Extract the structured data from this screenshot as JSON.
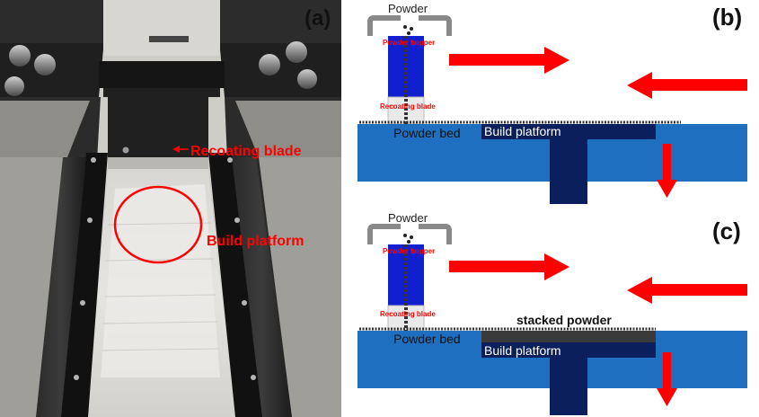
{
  "panel_a": {
    "label": "(a)",
    "recoating_blade_label": "Recoating blade",
    "build_platform_label": "Build platform"
  },
  "panel_b": {
    "label": "(b)",
    "powder_label": "Powder",
    "powder_hopper_label": "Powder hopper",
    "recoating_blade_label": "Recoating blade",
    "powder_bed_label": "Powder bed",
    "build_platform_label": "Build platform"
  },
  "panel_c": {
    "label": "(c)",
    "powder_label": "Powder",
    "powder_hopper_label": "Powder hopper",
    "recoating_blade_label": "Recoating blade",
    "powder_bed_label": "Powder bed",
    "build_platform_label": "Build platform",
    "stacked_powder_label": "stacked powder"
  },
  "colors": {
    "accent_red": "#ff0000",
    "bed_blue": "#1f6fc0",
    "platform_navy": "#0b1f5c",
    "hopper_blue": "#1020d0"
  }
}
